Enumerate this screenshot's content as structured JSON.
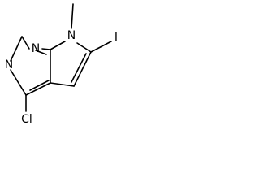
{
  "molecule": {
    "atoms": {
      "n1": "N",
      "n3": "N",
      "n7": "N",
      "cl": "Cl",
      "i": "I"
    }
  }
}
